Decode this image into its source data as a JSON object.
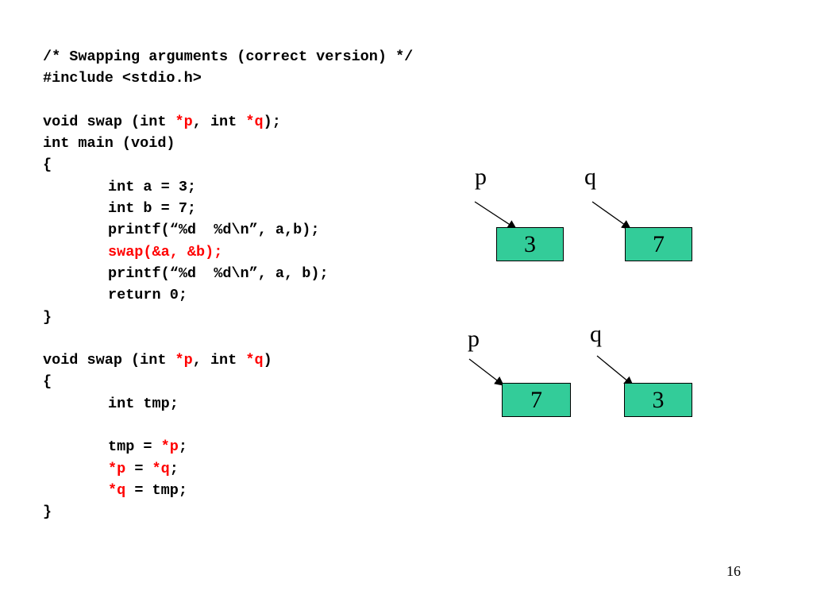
{
  "code": {
    "lines": [
      {
        "indent": false,
        "parts": [
          {
            "t": "/* Swapping arguments (correct version) */",
            "hl": false
          }
        ]
      },
      {
        "indent": false,
        "parts": [
          {
            "t": "#include <stdio.h>",
            "hl": false
          }
        ]
      },
      {
        "indent": false,
        "parts": []
      },
      {
        "indent": false,
        "parts": [
          {
            "t": "void swap (int ",
            "hl": false
          },
          {
            "t": "*p",
            "hl": true
          },
          {
            "t": ", int ",
            "hl": false
          },
          {
            "t": "*q",
            "hl": true
          },
          {
            "t": ");",
            "hl": false
          }
        ]
      },
      {
        "indent": false,
        "parts": [
          {
            "t": "int main (void)",
            "hl": false
          }
        ]
      },
      {
        "indent": false,
        "parts": [
          {
            "t": "{",
            "hl": false
          }
        ]
      },
      {
        "indent": true,
        "parts": [
          {
            "t": "int a = 3;",
            "hl": false
          }
        ]
      },
      {
        "indent": true,
        "parts": [
          {
            "t": "int b = 7;",
            "hl": false
          }
        ]
      },
      {
        "indent": true,
        "parts": [
          {
            "t": "printf(“%d  %d\\n”, a,b);",
            "hl": false
          }
        ]
      },
      {
        "indent": true,
        "parts": [
          {
            "t": "swap(&a, &b);",
            "hl": true
          }
        ]
      },
      {
        "indent": true,
        "parts": [
          {
            "t": "printf(“%d  %d\\n”, a, b);",
            "hl": false
          }
        ]
      },
      {
        "indent": true,
        "parts": [
          {
            "t": "return 0;",
            "hl": false
          }
        ]
      },
      {
        "indent": false,
        "parts": [
          {
            "t": "}",
            "hl": false
          }
        ]
      },
      {
        "indent": false,
        "parts": []
      },
      {
        "indent": false,
        "parts": [
          {
            "t": "void swap (int ",
            "hl": false
          },
          {
            "t": "*p",
            "hl": true
          },
          {
            "t": ", int ",
            "hl": false
          },
          {
            "t": "*q",
            "hl": true
          },
          {
            "t": ")",
            "hl": false
          }
        ]
      },
      {
        "indent": false,
        "parts": [
          {
            "t": "{",
            "hl": false
          }
        ]
      },
      {
        "indent": true,
        "parts": [
          {
            "t": "int tmp;",
            "hl": false
          }
        ]
      },
      {
        "indent": false,
        "parts": []
      },
      {
        "indent": true,
        "parts": [
          {
            "t": "tmp = ",
            "hl": false
          },
          {
            "t": "*p",
            "hl": true
          },
          {
            "t": ";",
            "hl": false
          }
        ]
      },
      {
        "indent": true,
        "parts": [
          {
            "t": "*p",
            "hl": true
          },
          {
            "t": " = ",
            "hl": false
          },
          {
            "t": "*q",
            "hl": true
          },
          {
            "t": ";",
            "hl": false
          }
        ]
      },
      {
        "indent": true,
        "parts": [
          {
            "t": "*q",
            "hl": true
          },
          {
            "t": " = tmp;",
            "hl": false
          }
        ]
      },
      {
        "indent": false,
        "parts": [
          {
            "t": "}",
            "hl": false
          }
        ]
      }
    ]
  },
  "diagram": {
    "before": {
      "p_label": "p",
      "q_label": "q",
      "a_value": "3",
      "b_value": "7"
    },
    "after": {
      "p_label": "p",
      "q_label": "q",
      "a_value": "7",
      "b_value": "3"
    }
  },
  "colors": {
    "cell_fill": "#33cc99",
    "highlight": "#ff0000"
  },
  "page_number": "16"
}
